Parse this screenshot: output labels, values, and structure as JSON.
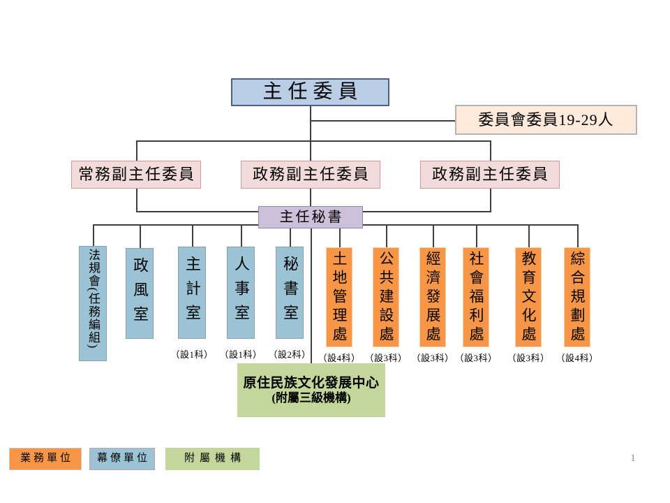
{
  "slide": {
    "page_number": "1",
    "chairman": "主任委員",
    "committee": "委員會委員19-29人",
    "deputies": [
      {
        "label": "常務副主任委員"
      },
      {
        "label": "政務副主任委員"
      },
      {
        "label": "政務副主任委員"
      }
    ],
    "chief_secretary": "主任秘書",
    "departments": [
      {
        "name": "法規會(任務編組)",
        "note": "",
        "type": "staff"
      },
      {
        "name": "政風室",
        "note": "",
        "type": "staff"
      },
      {
        "name": "主計室",
        "note": "（設1科）",
        "type": "staff"
      },
      {
        "name": "人事室",
        "note": "（設1科）",
        "type": "staff"
      },
      {
        "name": "秘書室",
        "note": "（設2科）",
        "type": "staff"
      },
      {
        "name": "土地管理處",
        "note": "（設4科）",
        "type": "business"
      },
      {
        "name": "公共建設處",
        "note": "（設3科）",
        "type": "business"
      },
      {
        "name": "經濟發展處",
        "note": "（設3科）",
        "type": "business"
      },
      {
        "name": "社會福利處",
        "note": "（設3科）",
        "type": "business"
      },
      {
        "name": "教育文化處",
        "note": "（設3科）",
        "type": "business"
      },
      {
        "name": "綜合規劃處",
        "note": "（設4科）",
        "type": "business"
      }
    ],
    "affiliate_center": {
      "line1": "原住民族文化發展中心",
      "line2": "(附屬三級機構)"
    },
    "legend": [
      {
        "label": "業務單位",
        "type": "business"
      },
      {
        "label": "幕僚單位",
        "type": "staff"
      },
      {
        "label": "附屬機構",
        "type": "affiliate"
      }
    ],
    "colors": {
      "business_fill": "#F79646",
      "staff_fill": "#9CC3D5",
      "affiliate_fill": "#C3D69B",
      "chairman_fill": "#B9CDE5",
      "committee_fill": "#FDEADA",
      "deputy_fill": "#F2DCDB",
      "secretary_fill": "#CCC0DA",
      "connector": "#3F3F3F"
    }
  }
}
